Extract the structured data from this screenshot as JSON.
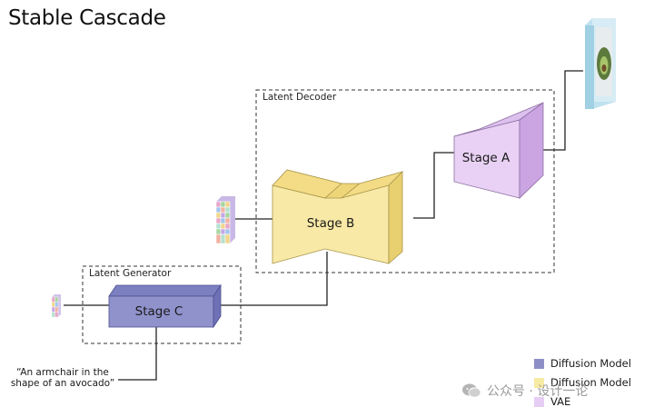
{
  "title": "Stable Cascade",
  "boxes": {
    "latent_decoder": "Latent Decoder",
    "latent_generator": "Latent Generator"
  },
  "stages": {
    "a": "Stage A",
    "b": "Stage B",
    "c": "Stage C"
  },
  "prompt_text": "“An armchair in the shape of an avocado”",
  "legend": [
    {
      "label": "Diffusion Model",
      "color": "#8e8ec7"
    },
    {
      "label": "Diffusion Model",
      "color": "#f7eaa3"
    },
    {
      "label": "VAE",
      "color": "#e6cdf3"
    }
  ],
  "colors": {
    "stage_a_face": "#e8d1f4",
    "stage_b_face": "#f8e9a6",
    "stage_c_face": "#9092cc",
    "dashed_border": "#333333"
  },
  "watermark": {
    "text": "公众号 · 设计一论",
    "icon": "wechat-icon"
  }
}
